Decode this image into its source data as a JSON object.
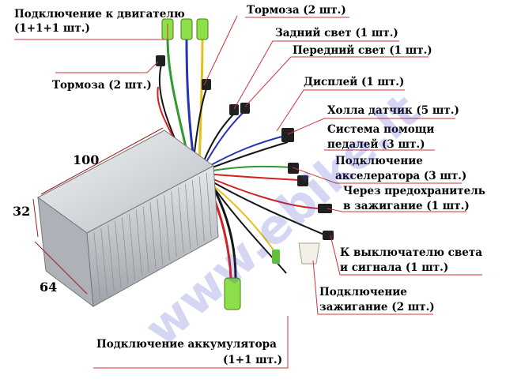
{
  "labels": {
    "motor": "Подключение к двигателю",
    "motor2": "(1+1+1  шт.)",
    "brakes_left": "Тормоза (2 шт.)",
    "brakes_top": "Тормоза (2 шт.)",
    "rear_light": "Задний свет (1 шт.)",
    "front_light": "Передний свет (1 шт.)",
    "display": "Дисплей (1 шт.)",
    "hall": "Холла датчик (5 шт.)",
    "pas1": "Система помощи",
    "pas2": "педалей (3 шт.)",
    "accel1": "Подключение",
    "accel2": "акселератора (3 шт.)",
    "fuse1": "Через предохранитель",
    "fuse2": "в зажигание (1 шт.)",
    "switch1": "К выключателю света",
    "switch2": "и сигнала (1 шт.)",
    "ign1": "Подключение",
    "ign2": "зажигание (2 шт.)",
    "battery1": "Подключение аккумулятора",
    "battery2": "(1+1 шт.)"
  },
  "dimensions": {
    "length": "100",
    "height": "32",
    "width": "64"
  },
  "watermark": "www.ebike.lt",
  "colors": {
    "leader": "#d0323c",
    "housing": "#c9cdd2",
    "wire_red": "#d42020",
    "wire_blue": "#2535b0",
    "wire_black": "#151515",
    "wire_yellow": "#e4c11a",
    "wire_green": "#2f9a30",
    "connector_green": "#8ee04a"
  }
}
